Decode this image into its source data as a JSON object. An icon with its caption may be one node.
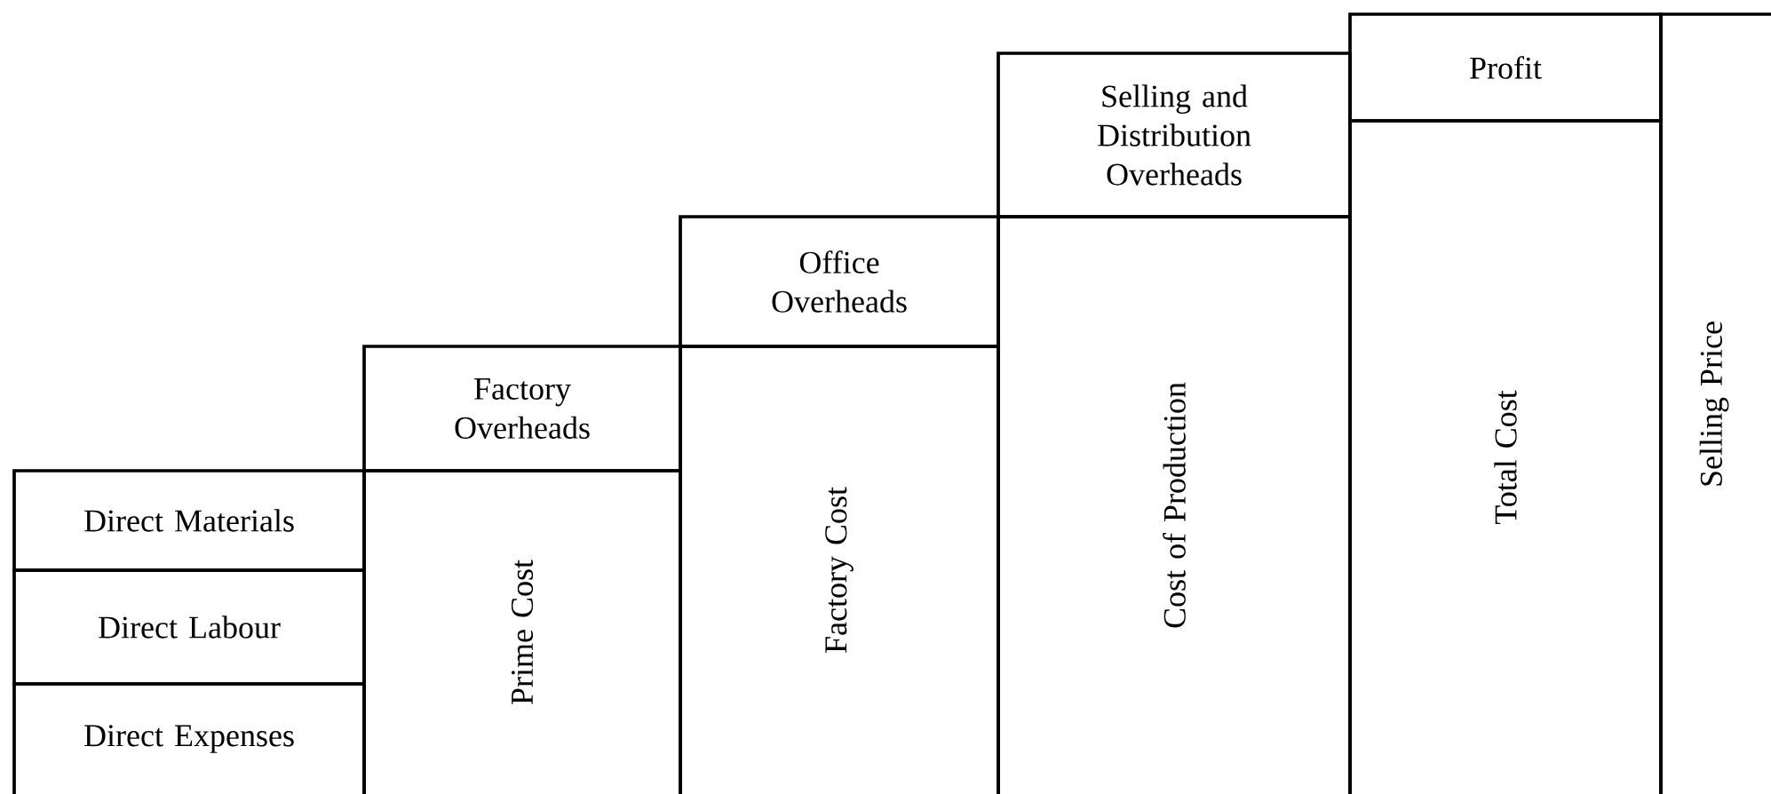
{
  "diagram": {
    "nodes": [
      {
        "text": [
          "Direct Materials"
        ]
      },
      {
        "text": [
          "Direct Labour"
        ]
      },
      {
        "text": [
          "Direct Expenses"
        ]
      },
      {
        "text": [
          "Factory Overheads"
        ]
      },
      {
        "text": [
          "Prime Cost"
        ]
      },
      {
        "text": [
          "Office Overheads"
        ]
      },
      {
        "text": [
          "Factory Cost"
        ]
      },
      {
        "text": [
          "Selling and Distribution Overheads"
        ]
      },
      {
        "text": [
          "Cost of Production"
        ]
      },
      {
        "text": [
          "Profit"
        ]
      },
      {
        "text": [
          "Total Cost"
        ]
      },
      {
        "text": [
          "Selling Price"
        ]
      }
    ]
  }
}
